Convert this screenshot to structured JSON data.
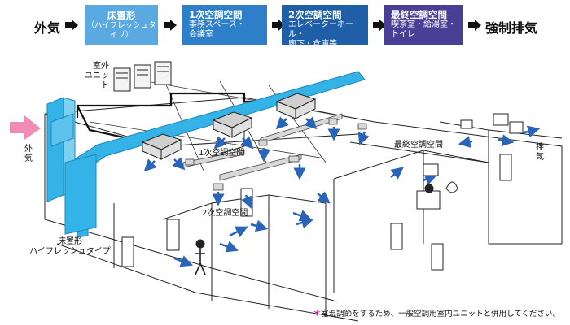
{
  "flow": {
    "outside_air": "外気",
    "step1": {
      "title": "床置形",
      "sub": "（ハイフレッシュタイプ）"
    },
    "step2": {
      "title": "1次空調空間",
      "sub": "事務スペース・\n会議室"
    },
    "step3": {
      "title": "2次空調空間",
      "sub": "エレベーターホール・\n廊下・倉庫等"
    },
    "step4": {
      "title": "最終空調空間",
      "sub": "喫茶室・給湯室・\nトイレ"
    },
    "exhaust": "強制排気"
  },
  "labels": {
    "outdoor_unit": "室外\nユニット",
    "outside_air": "外\n気",
    "primary_space": "1次空調空間",
    "secondary_space": "2次空調空間",
    "final_space": "最終空調空間",
    "exhaust": "排\n気",
    "floor_unit": "床置形\nハイフレッシュタイプ"
  },
  "note": {
    "mark": "＊",
    "text": "室温調節をするため、一般空調用室内ユニットと併用してください。"
  },
  "colors": {
    "duct": "#33b3e8",
    "arrow": "#2a64b8",
    "intake": "#f08cb4",
    "step1": "#5ba9e1",
    "step2": "#2d7fc9",
    "step3": "#1f5fa8",
    "step4": "#4a3f97"
  }
}
